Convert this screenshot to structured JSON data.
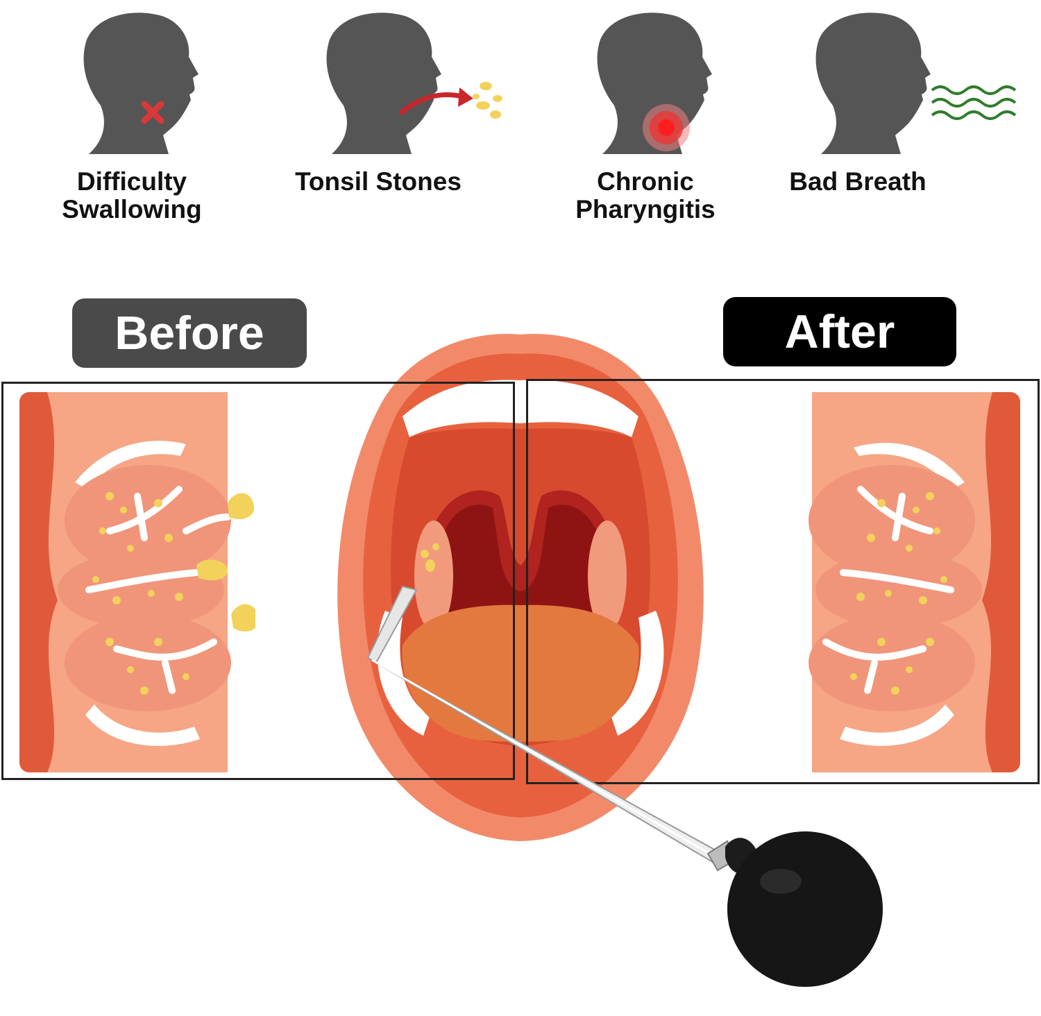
{
  "symptoms": [
    {
      "label": "Difficulty\nSwallowing",
      "icon": "head-cross-icon"
    },
    {
      "label": "Tonsil Stones",
      "icon": "head-stones-icon"
    },
    {
      "label": "Chronic\nPharyngitis",
      "icon": "head-throat-glow-icon"
    },
    {
      "label": "Bad Breath",
      "icon": "head-breath-icon"
    }
  ],
  "comparison": {
    "before_label": "Before",
    "after_label": "After"
  },
  "colors": {
    "head": "#555555",
    "before_pill": "#4a4a4a",
    "after_pill": "#000000",
    "tissue_dark": "#e05a3a",
    "tissue_light": "#f6a585",
    "stone": "#f2d25a",
    "cross": "#d8383a",
    "breath": "#2f7d2a"
  }
}
